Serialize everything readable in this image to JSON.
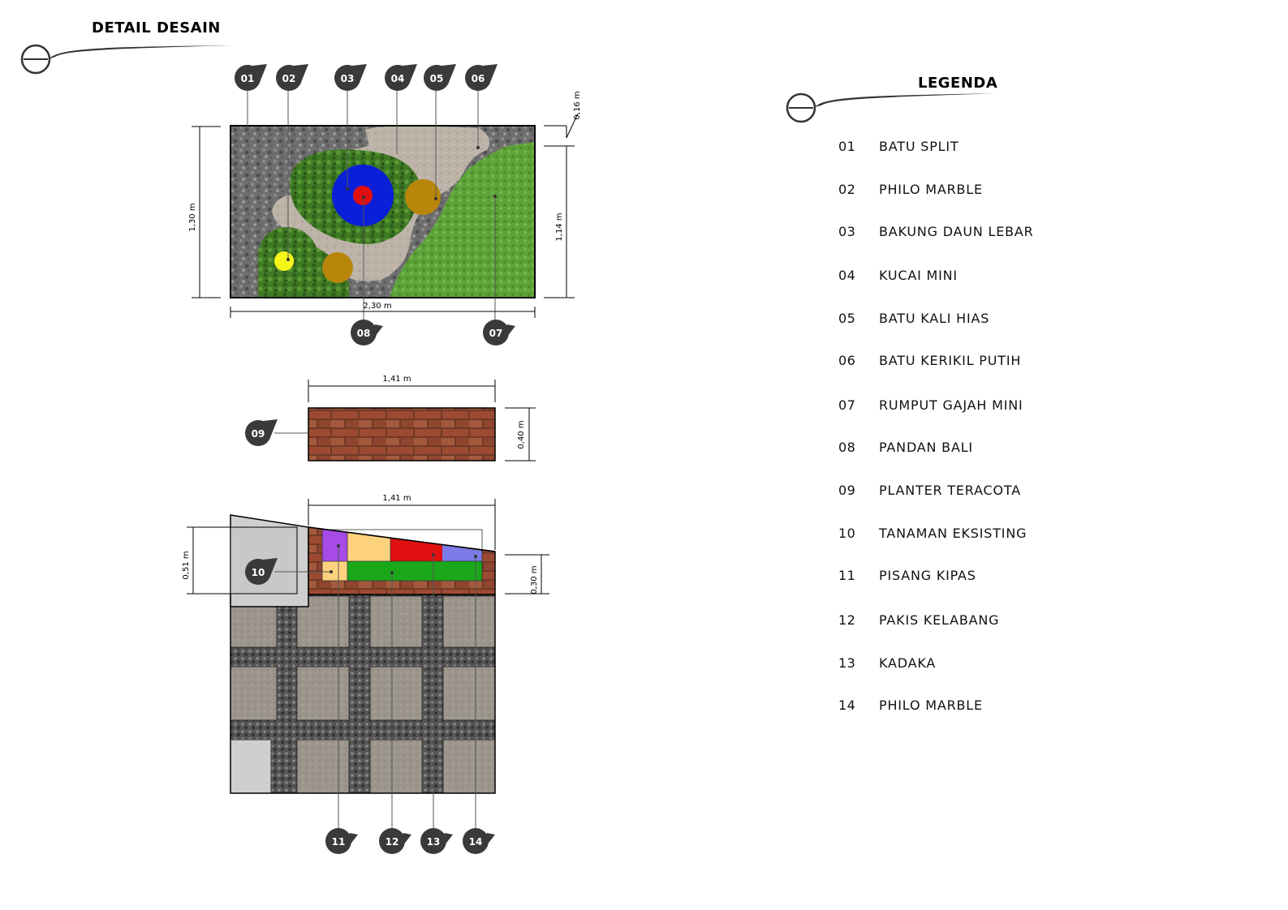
{
  "header": {
    "title": "DETAIL DESAIN"
  },
  "legend": {
    "title": "LEGENDA",
    "items": [
      {
        "num": "01",
        "label": "BATU SPLIT"
      },
      {
        "num": "02",
        "label": "PHILO MARBLE"
      },
      {
        "num": "03",
        "label": "BAKUNG DAUN LEBAR"
      },
      {
        "num": "04",
        "label": "KUCAI MINI"
      },
      {
        "num": "05",
        "label": "BATU KALI HIAS"
      },
      {
        "num": "06",
        "label": "BATU KERIKIL PUTIH"
      },
      {
        "num": "07",
        "label": "RUMPUT GAJAH MINI"
      },
      {
        "num": "08",
        "label": "PANDAN BALI"
      },
      {
        "num": "09",
        "label": "PLANTER TERACOTA"
      },
      {
        "num": "10",
        "label": "TANAMAN EKSISTING"
      },
      {
        "num": "11",
        "label": "PISANG KIPAS"
      },
      {
        "num": "12",
        "label": "PAKIS KELABANG"
      },
      {
        "num": "13",
        "label": "KADAKA"
      },
      {
        "num": "14",
        "label": "PHILO MARBLE"
      }
    ]
  },
  "markers": [
    "01",
    "02",
    "03",
    "04",
    "05",
    "06",
    "07",
    "08",
    "09",
    "10",
    "11",
    "12",
    "13",
    "14"
  ],
  "dimensions": {
    "plan_width": "2,30 m",
    "plan_height": "1,30 m",
    "plan_right_height": "1,14 m",
    "plan_top_offset": "0,16 m",
    "planter_width": "1,41 m",
    "planter_height": "0,40 m",
    "bed_width": "1,41 m",
    "bed_left_height": "0,51 m",
    "bed_right_height": "0,30 m"
  },
  "colors": {
    "marker": "#3a3a3a",
    "gravel": "#6e6e6e",
    "white_pebble": "#bdb3a8",
    "groundcover": "#3f7a25",
    "grass": "#5ea33a",
    "pond": "#0a1fd8",
    "accent_red": "#e01010",
    "stone": "#b8860b",
    "yellow": "#f5f51a",
    "terracotta": "#9c4a32",
    "purple": "#a64ae8",
    "peach": "#fdd27e",
    "green": "#1aa81a",
    "lavender": "#7b7be8",
    "paving": "#9c958c",
    "concrete": "#cfcfcf"
  }
}
